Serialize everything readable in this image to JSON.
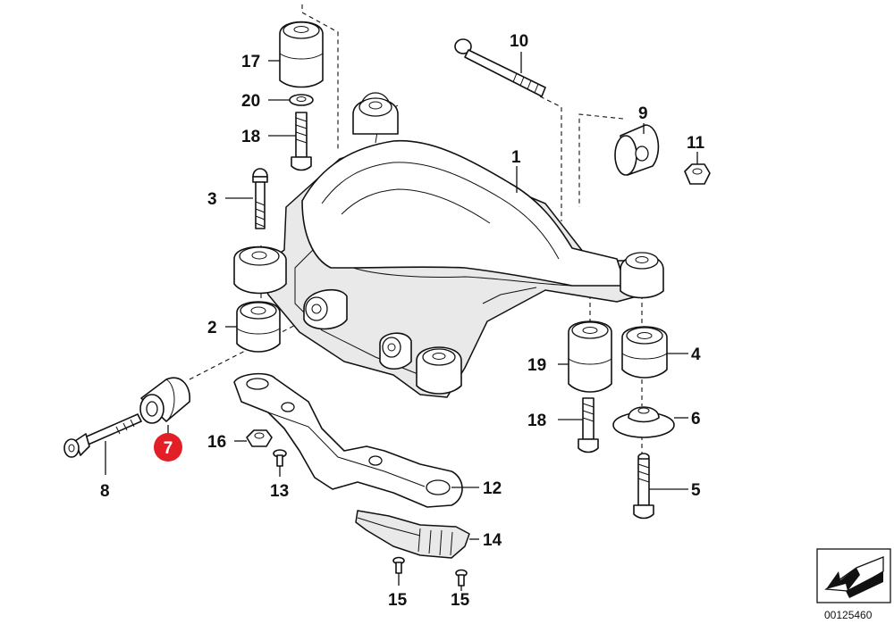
{
  "callouts": {
    "c1": "1",
    "c2": "2",
    "c3": "3",
    "c4": "4",
    "c5": "5",
    "c6": "6",
    "c7": "7",
    "c8": "8",
    "c9": "9",
    "c10": "10",
    "c11": "11",
    "c12": "12",
    "c13": "13",
    "c14": "14",
    "c15a": "15",
    "c15b": "15",
    "c16": "16",
    "c17": "17",
    "c18a": "18",
    "c18b": "18",
    "c19": "19",
    "c20": "20"
  },
  "highlight": {
    "part": "7",
    "color": "#e21e26"
  },
  "catalog_number": "00125460"
}
